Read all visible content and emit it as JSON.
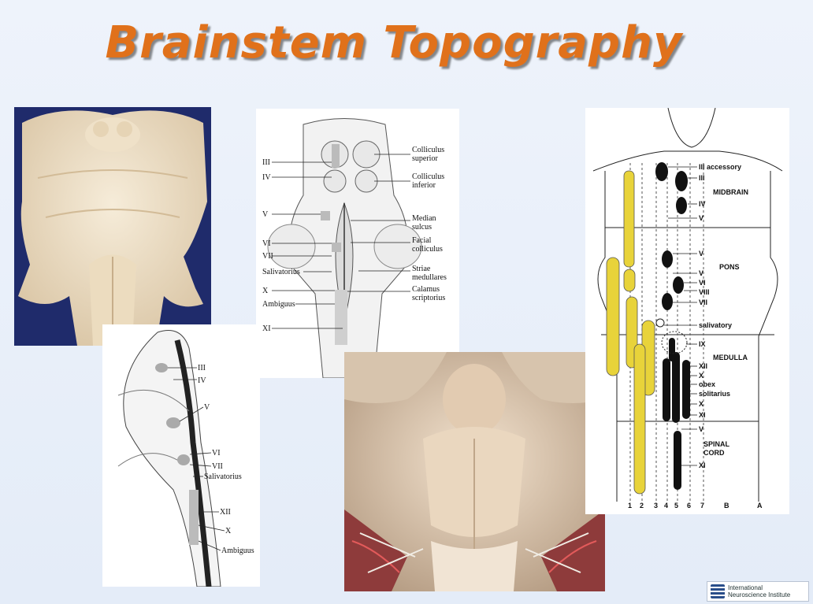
{
  "slide": {
    "title": "Brainstem Topography",
    "logo_text_line1": "International",
    "logo_text_line2": "Neuroscience Institute"
  },
  "dorsal_diagram": {
    "left_labels": [
      "III",
      "IV",
      "V",
      "VI",
      "VII",
      "Salivatorius",
      "X",
      "Ambiguus",
      "XI"
    ],
    "right_labels": [
      "Colliculus",
      "superior",
      "Colliculus",
      "inferior",
      "Median",
      "sulcus",
      "Facial",
      "colliculus",
      "Striae",
      "medullares",
      "Calamus",
      "scriptorius"
    ]
  },
  "sagittal_diagram": {
    "labels": [
      "III",
      "IV",
      "V",
      "VI",
      "VII",
      "Salivatorius",
      "XII",
      "X",
      "Ambiguus"
    ]
  },
  "column_diagram": {
    "labels": [
      "III accessory",
      "III",
      "MIDBRAIN",
      "IV",
      "V",
      "V",
      "PONS",
      "V",
      "VI",
      "VIII",
      "VII",
      "salivatory",
      "IX",
      "MEDULLA",
      "XII",
      "X",
      "obex",
      "solitarius",
      "X",
      "XI",
      "V",
      "SPINAL",
      "CORD",
      "XI"
    ],
    "axis": [
      "1",
      "2",
      "3",
      "4",
      "5",
      "6",
      "7",
      "B",
      "A"
    ]
  },
  "colors": {
    "title": "#e0711b",
    "yellow_column": "#e8d33a",
    "navy_background": "#1f2b6b"
  }
}
